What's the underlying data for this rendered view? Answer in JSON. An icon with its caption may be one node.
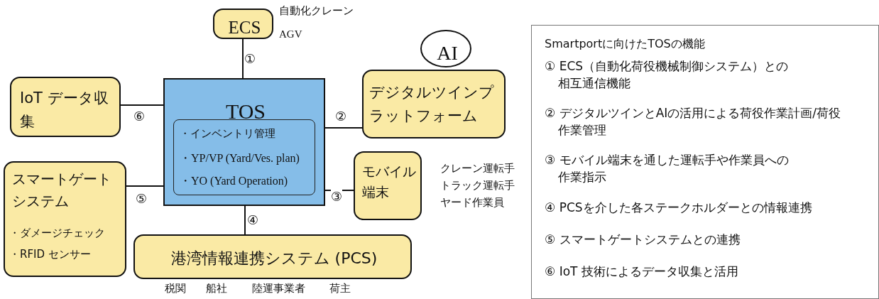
{
  "diagram": {
    "nodes": [
      {
        "text": [
          "TOS"
        ]
      },
      {
        "text": [
          "・インベントリ管理",
          "・YP/VP (Yard/Ves. plan)",
          "・YO (Yard Operation)"
        ],
        "in": 0
      },
      {
        "text": [
          "ECS"
        ],
        "beside": [
          "自動化クレーン",
          "AGV"
        ]
      },
      {
        "text": [
          "AI"
        ]
      },
      {
        "text": [
          "デジタルツインプラットフォーム"
        ]
      },
      {
        "text": [
          "IoT データ収集"
        ]
      },
      {
        "text": [
          "スマートゲートシステム",
          "・ダメージチェック",
          "・RFID センサー"
        ]
      },
      {
        "text": [
          "モバイル端末"
        ],
        "beside": [
          "クレーン運転手",
          "トラック運転手",
          "ヤード作業員"
        ]
      },
      {
        "text": [
          "港湾情報連携システム (PCS)"
        ],
        "beside": [
          "税関",
          "船社",
          "陸運事業者",
          "荷主"
        ]
      },
      {
        "text": [
          "Smartportに向けたTOSの機能",
          "① ECS（自動化荷役機械制御システム）との相互通信機能",
          "② デジタルツインとAIの活用による荷役作業計画/荷役作業管理",
          "③ モバイル端末を通した運転手や作業員への作業指示",
          "④ PCSを介した各ステークホルダーとの情報連携",
          "⑤ スマートゲートシステムとの連携",
          "⑥ IoT 技術によるデータ収集と活用"
        ]
      }
    ],
    "edges": [
      {
        "from": 2,
        "to": 0,
        "arrow": "none",
        "label": "①"
      },
      {
        "from": 0,
        "to": 4,
        "arrow": "none",
        "label": "②"
      },
      {
        "from": 0,
        "to": 7,
        "arrow": "none",
        "label": "③"
      },
      {
        "from": 0,
        "to": 8,
        "arrow": "none",
        "label": "④"
      },
      {
        "from": 0,
        "to": 6,
        "arrow": "none",
        "label": "⑤"
      },
      {
        "from": 0,
        "to": 5,
        "arrow": "none",
        "label": "⑥"
      }
    ]
  }
}
